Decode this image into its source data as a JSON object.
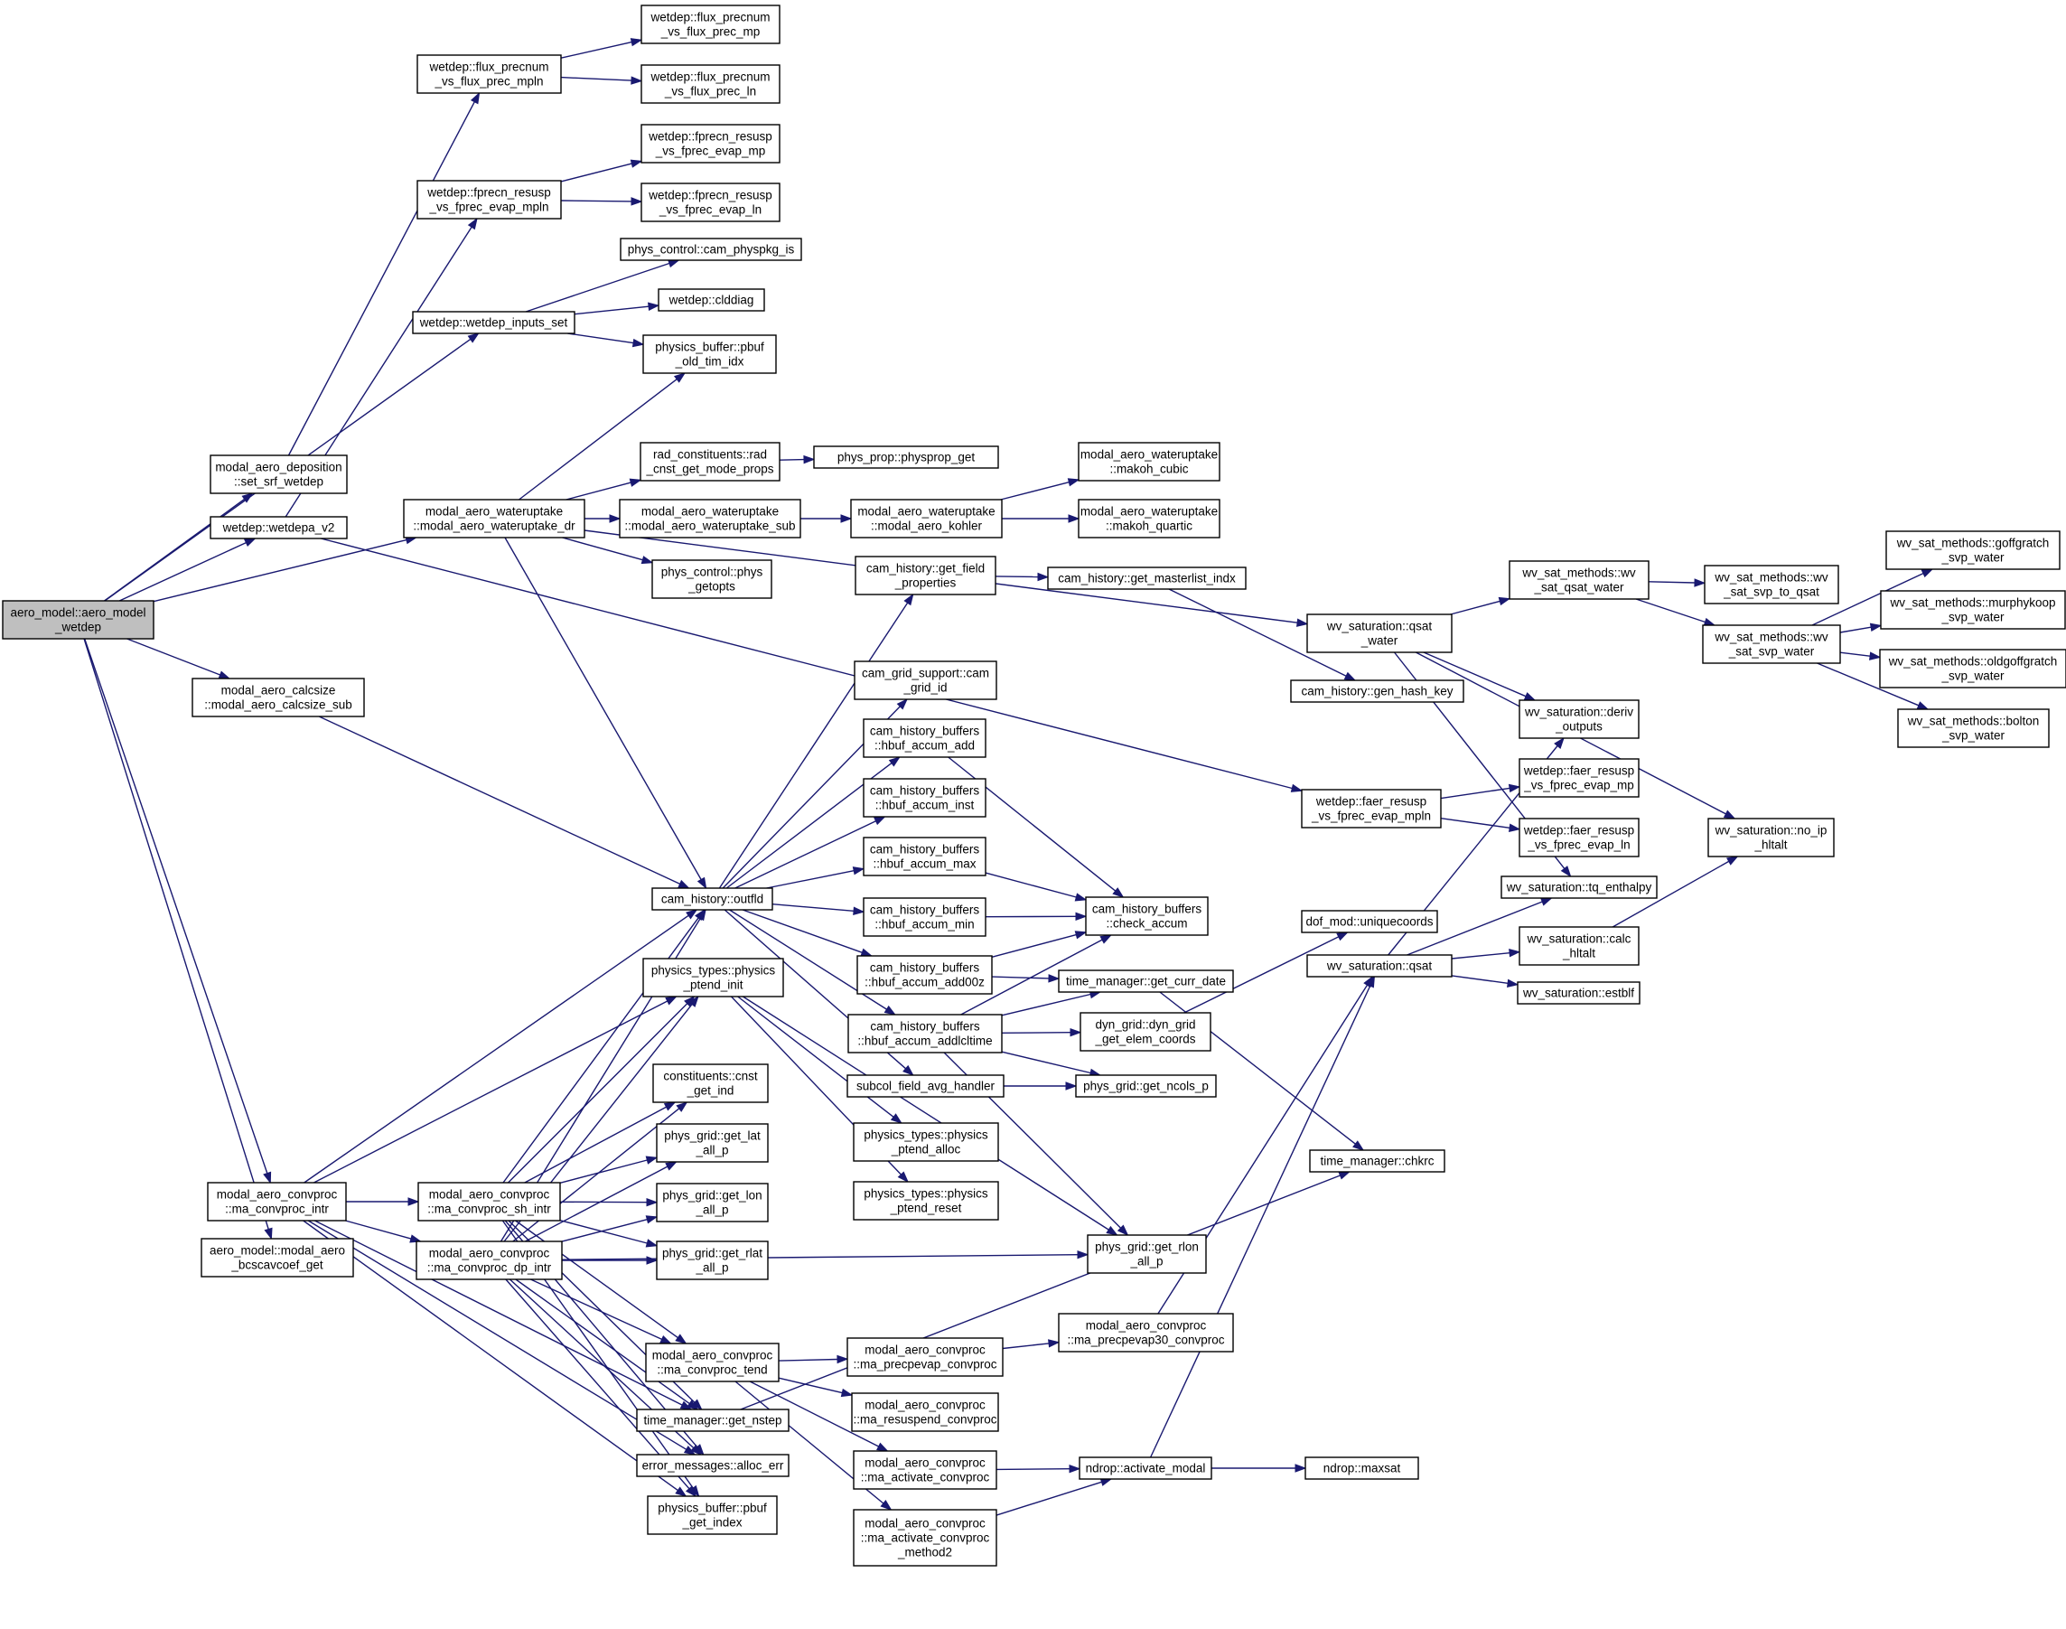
{
  "colors": {
    "edge": "#191970",
    "node_border": "#000000",
    "root_fill": "#bfbfbf",
    "node_fill": "#ffffff"
  },
  "nodes": [
    {
      "id": "root",
      "lines": [
        "aero_model::aero_model",
        "_wetdep"
      ],
      "root": true
    },
    {
      "id": "srf",
      "lines": [
        "modal_aero_deposition",
        "::set_srf_wetdep"
      ]
    },
    {
      "id": "wetdepa",
      "lines": [
        "wetdep::wetdepa_v2"
      ]
    },
    {
      "id": "calcsize",
      "lines": [
        "modal_aero_calcsize",
        "::modal_aero_calcsize_sub"
      ]
    },
    {
      "id": "convintr",
      "lines": [
        "modal_aero_convproc",
        "::ma_convproc_intr"
      ]
    },
    {
      "id": "bcscav",
      "lines": [
        "aero_model::modal_aero",
        "_bcscavcoef_get"
      ]
    },
    {
      "id": "fpmpln",
      "lines": [
        "wetdep::flux_precnum",
        "_vs_flux_prec_mpln"
      ]
    },
    {
      "id": "fpmp",
      "lines": [
        "wetdep::flux_precnum",
        "_vs_flux_prec_mp"
      ]
    },
    {
      "id": "fpln",
      "lines": [
        "wetdep::flux_precnum",
        "_vs_flux_prec_ln"
      ]
    },
    {
      "id": "frmpln",
      "lines": [
        "wetdep::fprecn_resusp",
        "_vs_fprec_evap_mpln"
      ]
    },
    {
      "id": "frmp",
      "lines": [
        "wetdep::fprecn_resusp",
        "_vs_fprec_evap_mp"
      ]
    },
    {
      "id": "frln",
      "lines": [
        "wetdep::fprecn_resusp",
        "_vs_fprec_evap_ln"
      ]
    },
    {
      "id": "camphys",
      "lines": [
        "phys_control::cam_physpkg_is"
      ]
    },
    {
      "id": "inputs",
      "lines": [
        "wetdep::wetdep_inputs_set"
      ]
    },
    {
      "id": "clddiag",
      "lines": [
        "wetdep::clddiag"
      ]
    },
    {
      "id": "pbufold",
      "lines": [
        "physics_buffer::pbuf",
        "_old_tim_idx"
      ]
    },
    {
      "id": "wudr",
      "lines": [
        "modal_aero_wateruptake",
        "::modal_aero_wateruptake_dr"
      ]
    },
    {
      "id": "radc",
      "lines": [
        "rad_constituents::rad",
        "_cnst_get_mode_props"
      ]
    },
    {
      "id": "physprop",
      "lines": [
        "phys_prop::physprop_get"
      ]
    },
    {
      "id": "wusub",
      "lines": [
        "modal_aero_wateruptake",
        "::modal_aero_wateruptake_sub"
      ]
    },
    {
      "id": "kohler",
      "lines": [
        "modal_aero_wateruptake",
        "::modal_aero_kohler"
      ]
    },
    {
      "id": "cubic",
      "lines": [
        "modal_aero_wateruptake",
        "::makoh_cubic"
      ]
    },
    {
      "id": "quartic",
      "lines": [
        "modal_aero_wateruptake",
        "::makoh_quartic"
      ]
    },
    {
      "id": "getopts",
      "lines": [
        "phys_control::phys",
        "_getopts"
      ]
    },
    {
      "id": "getfield",
      "lines": [
        "cam_history::get_field",
        "_properties"
      ]
    },
    {
      "id": "masterlist",
      "lines": [
        "cam_history::get_masterlist_indx"
      ]
    },
    {
      "id": "hash",
      "lines": [
        "cam_history::gen_hash_key"
      ]
    },
    {
      "id": "gridid",
      "lines": [
        "cam_grid_support::cam",
        "_grid_id"
      ]
    },
    {
      "id": "hadd",
      "lines": [
        "cam_history_buffers",
        "::hbuf_accum_add"
      ]
    },
    {
      "id": "hinst",
      "lines": [
        "cam_history_buffers",
        "::hbuf_accum_inst"
      ]
    },
    {
      "id": "hmax",
      "lines": [
        "cam_history_buffers",
        "::hbuf_accum_max"
      ]
    },
    {
      "id": "hmin",
      "lines": [
        "cam_history_buffers",
        "::hbuf_accum_min"
      ]
    },
    {
      "id": "hadd00z",
      "lines": [
        "cam_history_buffers",
        "::hbuf_accum_add00z"
      ]
    },
    {
      "id": "haddlcl",
      "lines": [
        "cam_history_buffers",
        "::hbuf_accum_addlcltime"
      ]
    },
    {
      "id": "subcol",
      "lines": [
        "subcol_field_avg_handler"
      ]
    },
    {
      "id": "outfld",
      "lines": [
        "cam_history::outfld"
      ]
    },
    {
      "id": "checkacc",
      "lines": [
        "cam_history_buffers",
        "::check_accum"
      ]
    },
    {
      "id": "currdate",
      "lines": [
        "time_manager::get_curr_date"
      ]
    },
    {
      "id": "elemcoords",
      "lines": [
        "dyn_grid::dyn_grid",
        "_get_elem_coords"
      ]
    },
    {
      "id": "ncols",
      "lines": [
        "phys_grid::get_ncols_p"
      ]
    },
    {
      "id": "uniq",
      "lines": [
        "dof_mod::uniquecoords"
      ]
    },
    {
      "id": "chkrc",
      "lines": [
        "time_manager::chkrc"
      ]
    },
    {
      "id": "rlon",
      "lines": [
        "phys_grid::get_rlon",
        "_all_p"
      ]
    },
    {
      "id": "ptinit",
      "lines": [
        "physics_types::physics",
        "_ptend_init"
      ]
    },
    {
      "id": "ptalloc",
      "lines": [
        "physics_types::physics",
        "_ptend_alloc"
      ]
    },
    {
      "id": "ptreset",
      "lines": [
        "physics_types::physics",
        "_ptend_reset"
      ]
    },
    {
      "id": "cnst",
      "lines": [
        "constituents::cnst",
        "_get_ind"
      ]
    },
    {
      "id": "lat",
      "lines": [
        "phys_grid::get_lat",
        "_all_p"
      ]
    },
    {
      "id": "lon",
      "lines": [
        "phys_grid::get_lon",
        "_all_p"
      ]
    },
    {
      "id": "rlat",
      "lines": [
        "phys_grid::get_rlat",
        "_all_p"
      ]
    },
    {
      "id": "shintr",
      "lines": [
        "modal_aero_convproc",
        "::ma_convproc_sh_intr"
      ]
    },
    {
      "id": "dpintr",
      "lines": [
        "modal_aero_convproc",
        "::ma_convproc_dp_intr"
      ]
    },
    {
      "id": "tend",
      "lines": [
        "modal_aero_convproc",
        "::ma_convproc_tend"
      ]
    },
    {
      "id": "nstep",
      "lines": [
        "time_manager::get_nstep"
      ]
    },
    {
      "id": "alloc",
      "lines": [
        "error_messages::alloc_err"
      ]
    },
    {
      "id": "pbufidx",
      "lines": [
        "physics_buffer::pbuf",
        "_get_index"
      ]
    },
    {
      "id": "precevap",
      "lines": [
        "modal_aero_convproc",
        "::ma_precpevap_convproc"
      ]
    },
    {
      "id": "precevap30",
      "lines": [
        "modal_aero_convproc",
        "::ma_precpevap30_convproc"
      ]
    },
    {
      "id": "resusp",
      "lines": [
        "modal_aero_convproc",
        "::ma_resuspend_convproc"
      ]
    },
    {
      "id": "activ",
      "lines": [
        "modal_aero_convproc",
        "::ma_activate_convproc"
      ]
    },
    {
      "id": "activ2",
      "lines": [
        "modal_aero_convproc",
        "::ma_activate_convproc",
        "_method2"
      ]
    },
    {
      "id": "actmodal",
      "lines": [
        "ndrop::activate_modal"
      ]
    },
    {
      "id": "maxsat",
      "lines": [
        "ndrop::maxsat"
      ]
    },
    {
      "id": "qsatwater",
      "lines": [
        "wv_saturation::qsat",
        "_water"
      ]
    },
    {
      "id": "qsat",
      "lines": [
        "wv_saturation::qsat"
      ]
    },
    {
      "id": "deriv",
      "lines": [
        "wv_saturation::deriv",
        "_outputs"
      ]
    },
    {
      "id": "tqenth",
      "lines": [
        "wv_saturation::tq_enthalpy"
      ]
    },
    {
      "id": "calchlt",
      "lines": [
        "wv_saturation::calc",
        "_hltalt"
      ]
    },
    {
      "id": "estblf",
      "lines": [
        "wv_saturation::estblf"
      ]
    },
    {
      "id": "noip",
      "lines": [
        "wv_saturation::no_ip",
        "_hltalt"
      ]
    },
    {
      "id": "faermpln",
      "lines": [
        "wetdep::faer_resusp",
        "_vs_fprec_evap_mpln"
      ]
    },
    {
      "id": "faermp",
      "lines": [
        "wetdep::faer_resusp",
        "_vs_fprec_evap_mp"
      ]
    },
    {
      "id": "faerln",
      "lines": [
        "wetdep::faer_resusp",
        "_vs_fprec_evap_ln"
      ]
    },
    {
      "id": "wvqsatw",
      "lines": [
        "wv_sat_methods::wv",
        "_sat_qsat_water"
      ]
    },
    {
      "id": "svp2q",
      "lines": [
        "wv_sat_methods::wv",
        "_sat_svp_to_qsat"
      ]
    },
    {
      "id": "svpw",
      "lines": [
        "wv_sat_methods::wv",
        "_sat_svp_water"
      ]
    },
    {
      "id": "goff",
      "lines": [
        "wv_sat_methods::goffgratch",
        "_svp_water"
      ]
    },
    {
      "id": "murphy",
      "lines": [
        "wv_sat_methods::murphykoop",
        "_svp_water"
      ]
    },
    {
      "id": "oldgoff",
      "lines": [
        "wv_sat_methods::oldgoffgratch",
        "_svp_water"
      ]
    },
    {
      "id": "bolton",
      "lines": [
        "wv_sat_methods::bolton",
        "_svp_water"
      ]
    }
  ],
  "edges": [
    [
      "root",
      "srf"
    ],
    [
      "root",
      "wetdepa"
    ],
    [
      "root",
      "inputs"
    ],
    [
      "root",
      "wudr"
    ],
    [
      "root",
      "calcsize"
    ],
    [
      "root",
      "convintr"
    ],
    [
      "root",
      "bcscav"
    ],
    [
      "srf",
      "fpmpln"
    ],
    [
      "wetdepa",
      "frmpln"
    ],
    [
      "wetdepa",
      "faermpln"
    ],
    [
      "fpmpln",
      "fpmp"
    ],
    [
      "fpmpln",
      "fpln"
    ],
    [
      "frmpln",
      "frmp"
    ],
    [
      "frmpln",
      "frln"
    ],
    [
      "inputs",
      "camphys"
    ],
    [
      "inputs",
      "clddiag"
    ],
    [
      "inputs",
      "pbufold"
    ],
    [
      "wudr",
      "pbufold"
    ],
    [
      "wudr",
      "radc"
    ],
    [
      "wudr",
      "wusub"
    ],
    [
      "wudr",
      "getopts"
    ],
    [
      "wudr",
      "qsatwater"
    ],
    [
      "wudr",
      "outfld"
    ],
    [
      "radc",
      "physprop"
    ],
    [
      "wusub",
      "kohler"
    ],
    [
      "kohler",
      "cubic"
    ],
    [
      "kohler",
      "quartic"
    ],
    [
      "calcsize",
      "outfld"
    ],
    [
      "outfld",
      "getfield"
    ],
    [
      "outfld",
      "gridid"
    ],
    [
      "outfld",
      "hadd"
    ],
    [
      "outfld",
      "hinst"
    ],
    [
      "outfld",
      "hmax"
    ],
    [
      "outfld",
      "hmin"
    ],
    [
      "outfld",
      "hadd00z"
    ],
    [
      "outfld",
      "haddlcl"
    ],
    [
      "outfld",
      "subcol"
    ],
    [
      "getfield",
      "masterlist"
    ],
    [
      "masterlist",
      "hash"
    ],
    [
      "hadd",
      "checkacc"
    ],
    [
      "hmax",
      "checkacc"
    ],
    [
      "hmin",
      "checkacc"
    ],
    [
      "hadd00z",
      "checkacc"
    ],
    [
      "hadd00z",
      "currdate"
    ],
    [
      "haddlcl",
      "checkacc"
    ],
    [
      "haddlcl",
      "currdate"
    ],
    [
      "haddlcl",
      "elemcoords"
    ],
    [
      "haddlcl",
      "ncols"
    ],
    [
      "haddlcl",
      "rlon"
    ],
    [
      "subcol",
      "ncols"
    ],
    [
      "elemcoords",
      "uniq"
    ],
    [
      "currdate",
      "chkrc"
    ],
    [
      "convintr",
      "outfld"
    ],
    [
      "convintr",
      "ptinit"
    ],
    [
      "convintr",
      "shintr"
    ],
    [
      "convintr",
      "dpintr"
    ],
    [
      "convintr",
      "nstep"
    ],
    [
      "convintr",
      "alloc"
    ],
    [
      "convintr",
      "pbufidx"
    ],
    [
      "shintr",
      "outfld"
    ],
    [
      "shintr",
      "ptinit"
    ],
    [
      "shintr",
      "cnst"
    ],
    [
      "shintr",
      "lat"
    ],
    [
      "shintr",
      "lon"
    ],
    [
      "shintr",
      "rlat"
    ],
    [
      "shintr",
      "tend"
    ],
    [
      "shintr",
      "nstep"
    ],
    [
      "shintr",
      "alloc"
    ],
    [
      "shintr",
      "pbufidx"
    ],
    [
      "dpintr",
      "outfld"
    ],
    [
      "dpintr",
      "ptinit"
    ],
    [
      "dpintr",
      "cnst"
    ],
    [
      "dpintr",
      "lat"
    ],
    [
      "dpintr",
      "lon"
    ],
    [
      "dpintr",
      "rlat"
    ],
    [
      "dpintr",
      "rlon"
    ],
    [
      "dpintr",
      "tend"
    ],
    [
      "dpintr",
      "nstep"
    ],
    [
      "dpintr",
      "alloc"
    ],
    [
      "dpintr",
      "pbufidx"
    ],
    [
      "ptinit",
      "ptalloc"
    ],
    [
      "ptinit",
      "ptreset"
    ],
    [
      "ptinit",
      "rlon"
    ],
    [
      "tend",
      "precevap"
    ],
    [
      "tend",
      "resusp"
    ],
    [
      "tend",
      "activ"
    ],
    [
      "tend",
      "activ2"
    ],
    [
      "precevap",
      "precevap30"
    ],
    [
      "precevap30",
      "qsat"
    ],
    [
      "activ",
      "actmodal"
    ],
    [
      "activ2",
      "actmodal"
    ],
    [
      "actmodal",
      "maxsat"
    ],
    [
      "actmodal",
      "qsat"
    ],
    [
      "nstep",
      "chkrc"
    ],
    [
      "qsatwater",
      "wvqsatw"
    ],
    [
      "qsatwater",
      "deriv"
    ],
    [
      "qsatwater",
      "tqenth"
    ],
    [
      "qsatwater",
      "noip"
    ],
    [
      "qsat",
      "deriv"
    ],
    [
      "qsat",
      "tqenth"
    ],
    [
      "qsat",
      "calchlt"
    ],
    [
      "qsat",
      "estblf"
    ],
    [
      "calchlt",
      "noip"
    ],
    [
      "faermpln",
      "faermp"
    ],
    [
      "faermpln",
      "faerln"
    ],
    [
      "wvqsatw",
      "svp2q"
    ],
    [
      "wvqsatw",
      "svpw"
    ],
    [
      "svpw",
      "goff"
    ],
    [
      "svpw",
      "murphy"
    ],
    [
      "svpw",
      "oldgoff"
    ],
    [
      "svpw",
      "bolton"
    ]
  ]
}
